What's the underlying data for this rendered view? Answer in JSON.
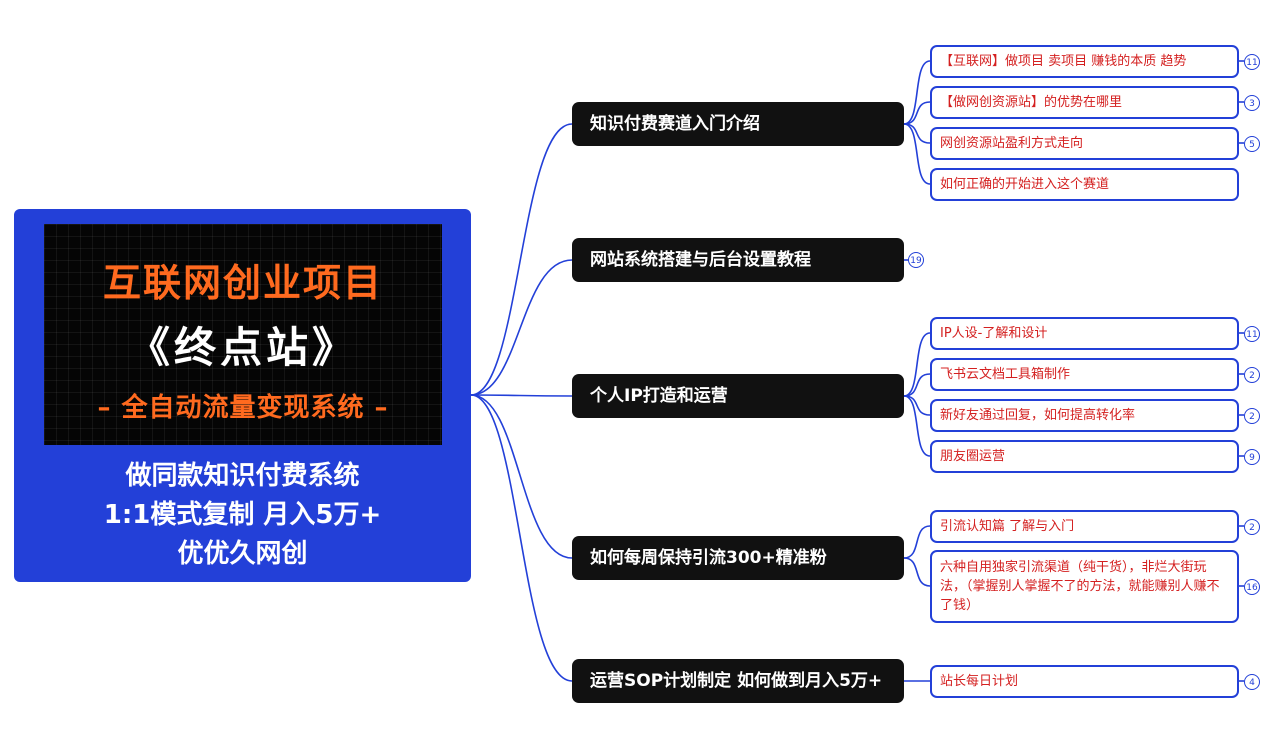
{
  "root": {
    "banner": {
      "line1": "互联网创业项目",
      "line2": "《终点站》",
      "line3": "– 全自动流量变现系统 –"
    },
    "caption": [
      "做同款知识付费系统",
      "1:1模式复制  月入5万+",
      "优优久网创"
    ]
  },
  "branches": [
    {
      "label": "知识付费赛道入门介绍",
      "leaves": [
        {
          "label": "【互联网】做项目 卖项目 赚钱的本质 趋势",
          "count": "11"
        },
        {
          "label": "【做网创资源站】的优势在哪里",
          "count": "3"
        },
        {
          "label": "网创资源站盈利方式走向",
          "count": "5"
        },
        {
          "label": "如何正确的开始进入这个赛道",
          "count": ""
        }
      ]
    },
    {
      "label": "网站系统搭建与后台设置教程",
      "count": "19",
      "leaves": []
    },
    {
      "label": "个人IP打造和运营",
      "leaves": [
        {
          "label": "IP人设-了解和设计",
          "count": "11"
        },
        {
          "label": "飞书云文档工具箱制作",
          "count": "2"
        },
        {
          "label": "新好友通过回复，如何提高转化率",
          "count": "2"
        },
        {
          "label": "朋友圈运营",
          "count": "9"
        }
      ]
    },
    {
      "label": "如何每周保持引流300+精准粉",
      "leaves": [
        {
          "label": "引流认知篇  了解与入门",
          "count": "2"
        },
        {
          "label": "六种自用独家引流渠道（纯干货），非烂大街玩法，（掌握别人掌握不了的方法，就能赚别人赚不了钱）",
          "count": "16"
        }
      ]
    },
    {
      "label": "运营SOP计划制定 如何做到月入5万+",
      "leaves": [
        {
          "label": "站长每日计划",
          "count": "4"
        }
      ]
    }
  ],
  "colors": {
    "root_bg": "#2340d8",
    "connector": "#2340d8",
    "branch_bg": "#111111",
    "leaf_text": "#d42020",
    "banner_text": "#ff6a1f"
  }
}
